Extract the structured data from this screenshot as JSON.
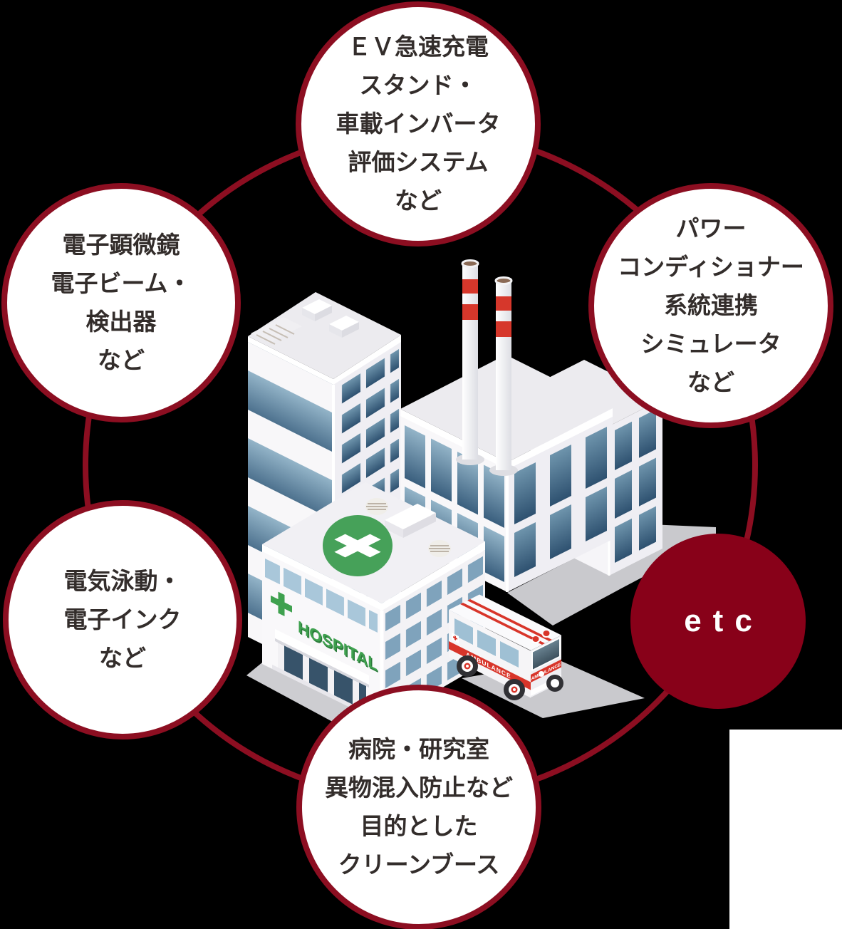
{
  "palette": {
    "background": "#000000",
    "ring_red": "#8C0E21",
    "etc_fill": "#880119",
    "bubble_fill": "#FFFFFF",
    "text": "#332D2B",
    "hospital_green": "#3FA14F",
    "ambulance_red": "#D8352A",
    "window_blue": "#3A5F7E",
    "shadow_gray": "#C9C9CD"
  },
  "bubbles": {
    "top": {
      "lines": [
        "ＥＶ急速充電",
        "スタンド・",
        "車載インバータ",
        "評価システム",
        "など"
      ]
    },
    "top_right": {
      "lines": [
        "パワー",
        "コンディショナー",
        "系統連携",
        "シミュレータ",
        "など"
      ]
    },
    "left": {
      "lines": [
        "電子顕微鏡",
        "電子ビーム・",
        "検出器",
        "など"
      ]
    },
    "bottom_left": {
      "lines": [
        "電気泳動・",
        "電子インク",
        "など"
      ]
    },
    "bottom": {
      "lines": [
        "病院・研究室",
        "異物混入防止など",
        "目的とした",
        "クリーンブース"
      ]
    },
    "etc": {
      "label": "etc"
    }
  },
  "illustration": {
    "hospital_sign": "HOSPITAL",
    "ambulance_label": "AMBULANCE"
  }
}
